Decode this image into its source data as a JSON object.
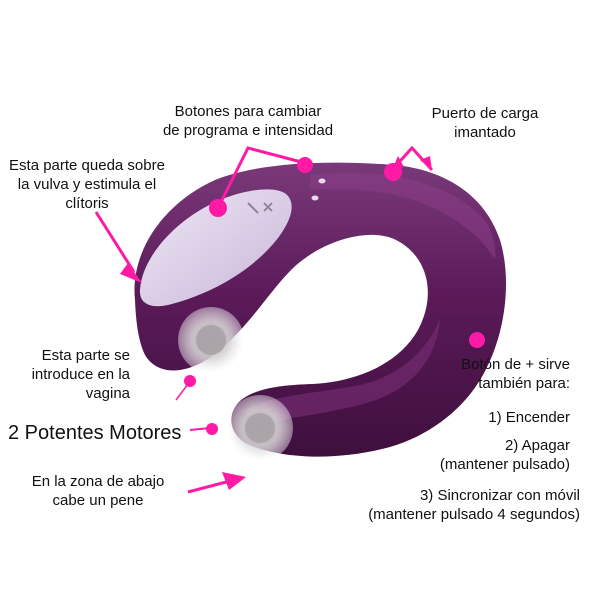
{
  "labels": {
    "buttons": [
      "Botones para cambiar",
      "de programa e intensidad"
    ],
    "charging": [
      "Puerto de carga",
      "imantado"
    ],
    "clitoris": [
      "Esta parte queda sobre",
      "la vulva y estimula el",
      "clítoris"
    ],
    "vagina": [
      "Esta parte se",
      "introduce en la",
      "vagina"
    ],
    "motors": "2 Potentes Motores",
    "penis": [
      "En la zona de abajo",
      "cabe un pene"
    ],
    "plus_button": [
      "Botón de +  sirve",
      "también para:"
    ],
    "step1": "1) Encender",
    "step2": [
      "2) Apagar",
      "(mantener pulsado)"
    ],
    "step3": [
      "3) Sincronizar con móvil",
      "(mantener pulsado 4 segundos)"
    ]
  },
  "icons": {
    "button_plus": "plus-icon",
    "button_x": "x-icon",
    "arrows": "pink-arrow-icon",
    "motors": "vibration-motor-icon"
  },
  "colors": {
    "body_purple": "#5b1a59",
    "highlight_purple": "#8a3d86",
    "panel_lavender": "#d9cbe6",
    "accent_pink": "#ff1aa6",
    "text": "#111111"
  }
}
